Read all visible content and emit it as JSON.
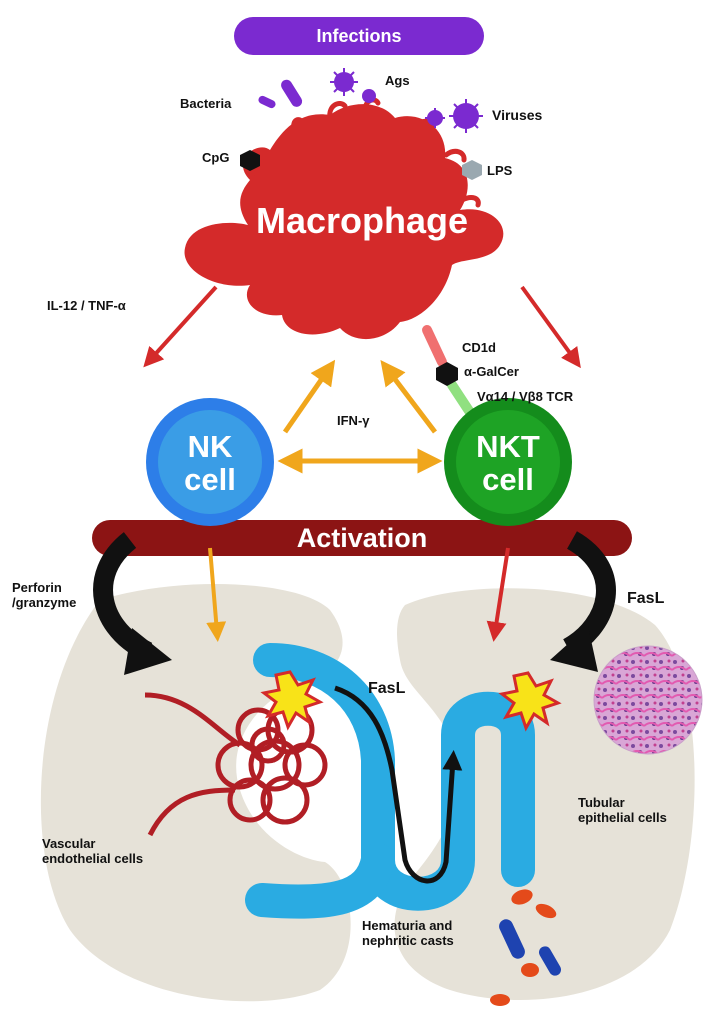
{
  "banner": {
    "label": "Infections"
  },
  "macrophage": {
    "label": "Macrophage"
  },
  "pathogens": {
    "ags": "Ags",
    "bacteria": "Bacteria",
    "viruses": "Viruses",
    "cpg": "CpG",
    "lps": "LPS"
  },
  "signals": {
    "il12_tnf": "IL-12 / TNF-α",
    "cd1d": "CD1d",
    "galcer": "α-GalCer",
    "tcr": "Vα14 / Vβ8 TCR",
    "ifn": "IFN-γ"
  },
  "cells": {
    "nk_line1": "NK",
    "nk_line2": "cell",
    "nkt_line1": "NKT",
    "nkt_line2": "cell"
  },
  "activation": {
    "label": "Activation"
  },
  "effectors": {
    "perforin_line1": "Perforin",
    "perforin_line2": "/granzyme",
    "fasl_right": "FasL",
    "fasl_center": "FasL"
  },
  "kidney": {
    "vascular_line1": "Vascular",
    "vascular_line2": "endothelial cells",
    "tubular_line1": "Tubular",
    "tubular_line2": "epithelial cells",
    "hematuria_line1": "Hematuria and",
    "hematuria_line2": "nephritic casts"
  },
  "colors": {
    "macrophage": "#d42a2a",
    "infection_purple": "#7b2ad0",
    "nk_blue": "#2d7ee8",
    "nkt_green": "#148c1c",
    "activation_bar": "#8c1414",
    "ifn_arrow": "#f0a61c",
    "red_arrow": "#d42a2a",
    "kidney": "#e6e2d8",
    "tubule": "#2aabe2",
    "vessel": "#b11e25"
  }
}
